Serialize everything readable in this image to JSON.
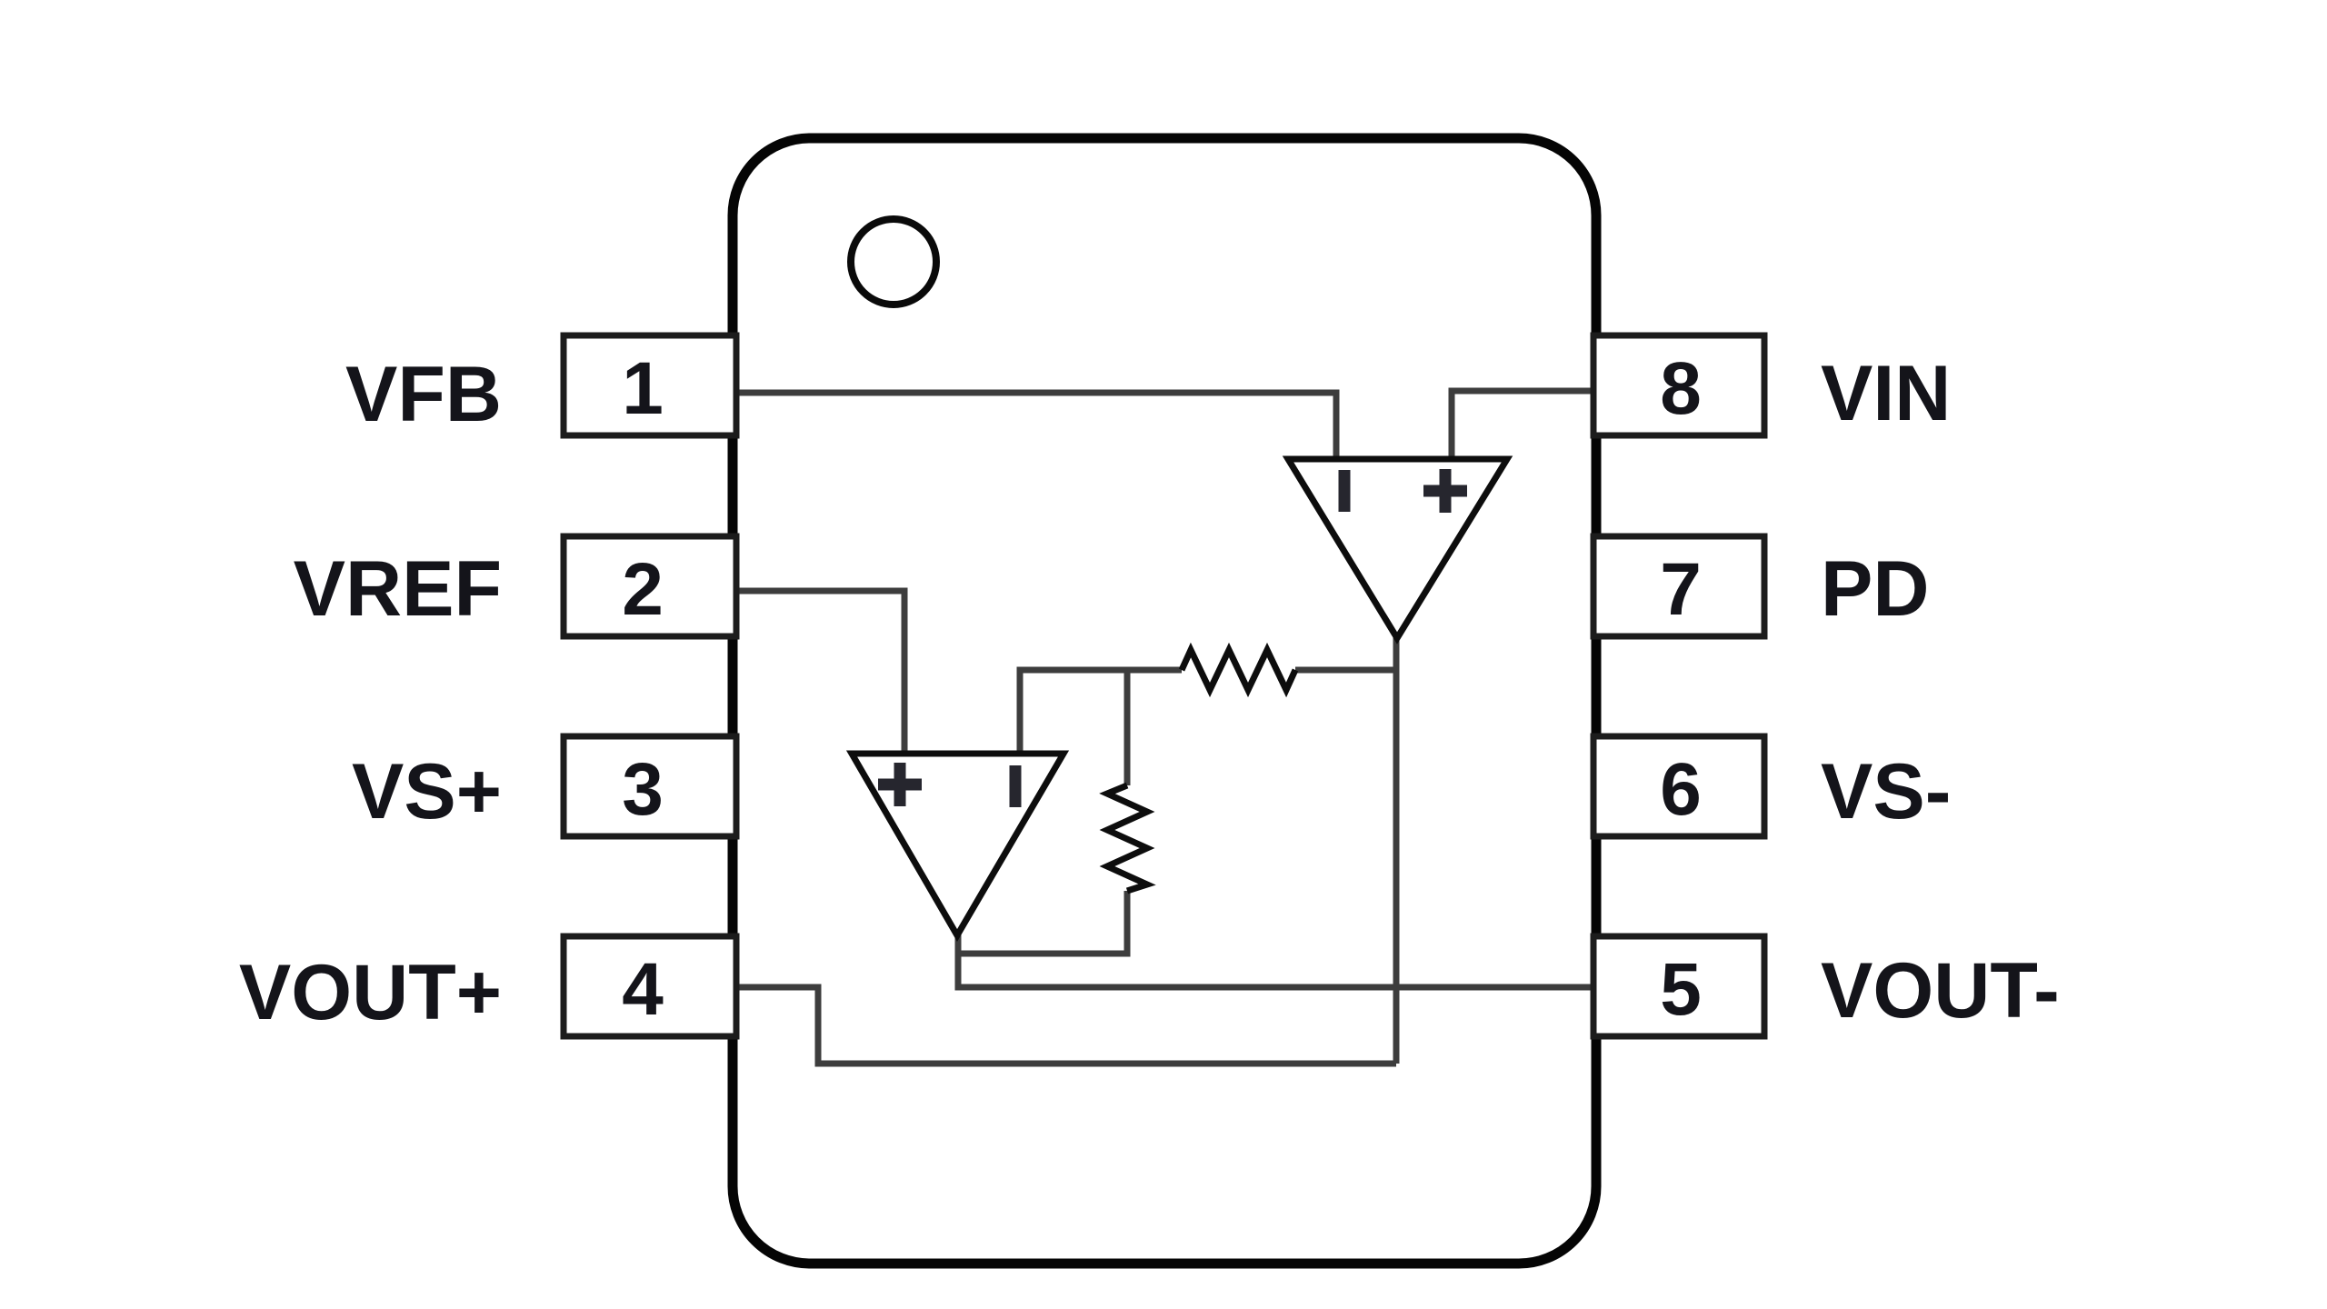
{
  "diagram": {
    "type": "ic-pinout-with-internal-schematic",
    "package": "8-pin",
    "pin1_indicator": "circle-dot"
  },
  "pins": {
    "left": [
      {
        "number": "1",
        "label": "VFB"
      },
      {
        "number": "2",
        "label": "VREF"
      },
      {
        "number": "3",
        "label": "VS+"
      },
      {
        "number": "4",
        "label": "VOUT+"
      }
    ],
    "right": [
      {
        "number": "8",
        "label": "VIN"
      },
      {
        "number": "7",
        "label": "PD"
      },
      {
        "number": "6",
        "label": "VS-"
      },
      {
        "number": "5",
        "label": "VOUT-"
      }
    ]
  },
  "internal_circuit": {
    "opamps": [
      {
        "id": "top-opamp",
        "orientation": "pointing-down",
        "inverting_marker": "vertical-bar",
        "noninverting_marker": "plus",
        "inverting_connected_to": "VFB (pin 1)",
        "noninverting_connected_to": "VIN (pin 8)",
        "output_connected_to": "VOUT+ (pin 4)"
      },
      {
        "id": "bottom-opamp",
        "orientation": "pointing-down",
        "inverting_marker": "vertical-bar",
        "noninverting_marker": "plus",
        "noninverting_connected_to": "VREF (pin 2)",
        "output_connected_to": "VOUT- (pin 5)"
      }
    ],
    "resistors": [
      {
        "id": "feedback-resistor-horizontal",
        "between": "top-opamp output and bottom-opamp inverting node"
      },
      {
        "id": "feedback-resistor-vertical",
        "between": "inverting node and bottom-opamp output"
      }
    ]
  },
  "colors": {
    "background": "#ffffff",
    "chip_outline": "#050505",
    "wire": "#3d3d3d",
    "text": "#14141a"
  }
}
